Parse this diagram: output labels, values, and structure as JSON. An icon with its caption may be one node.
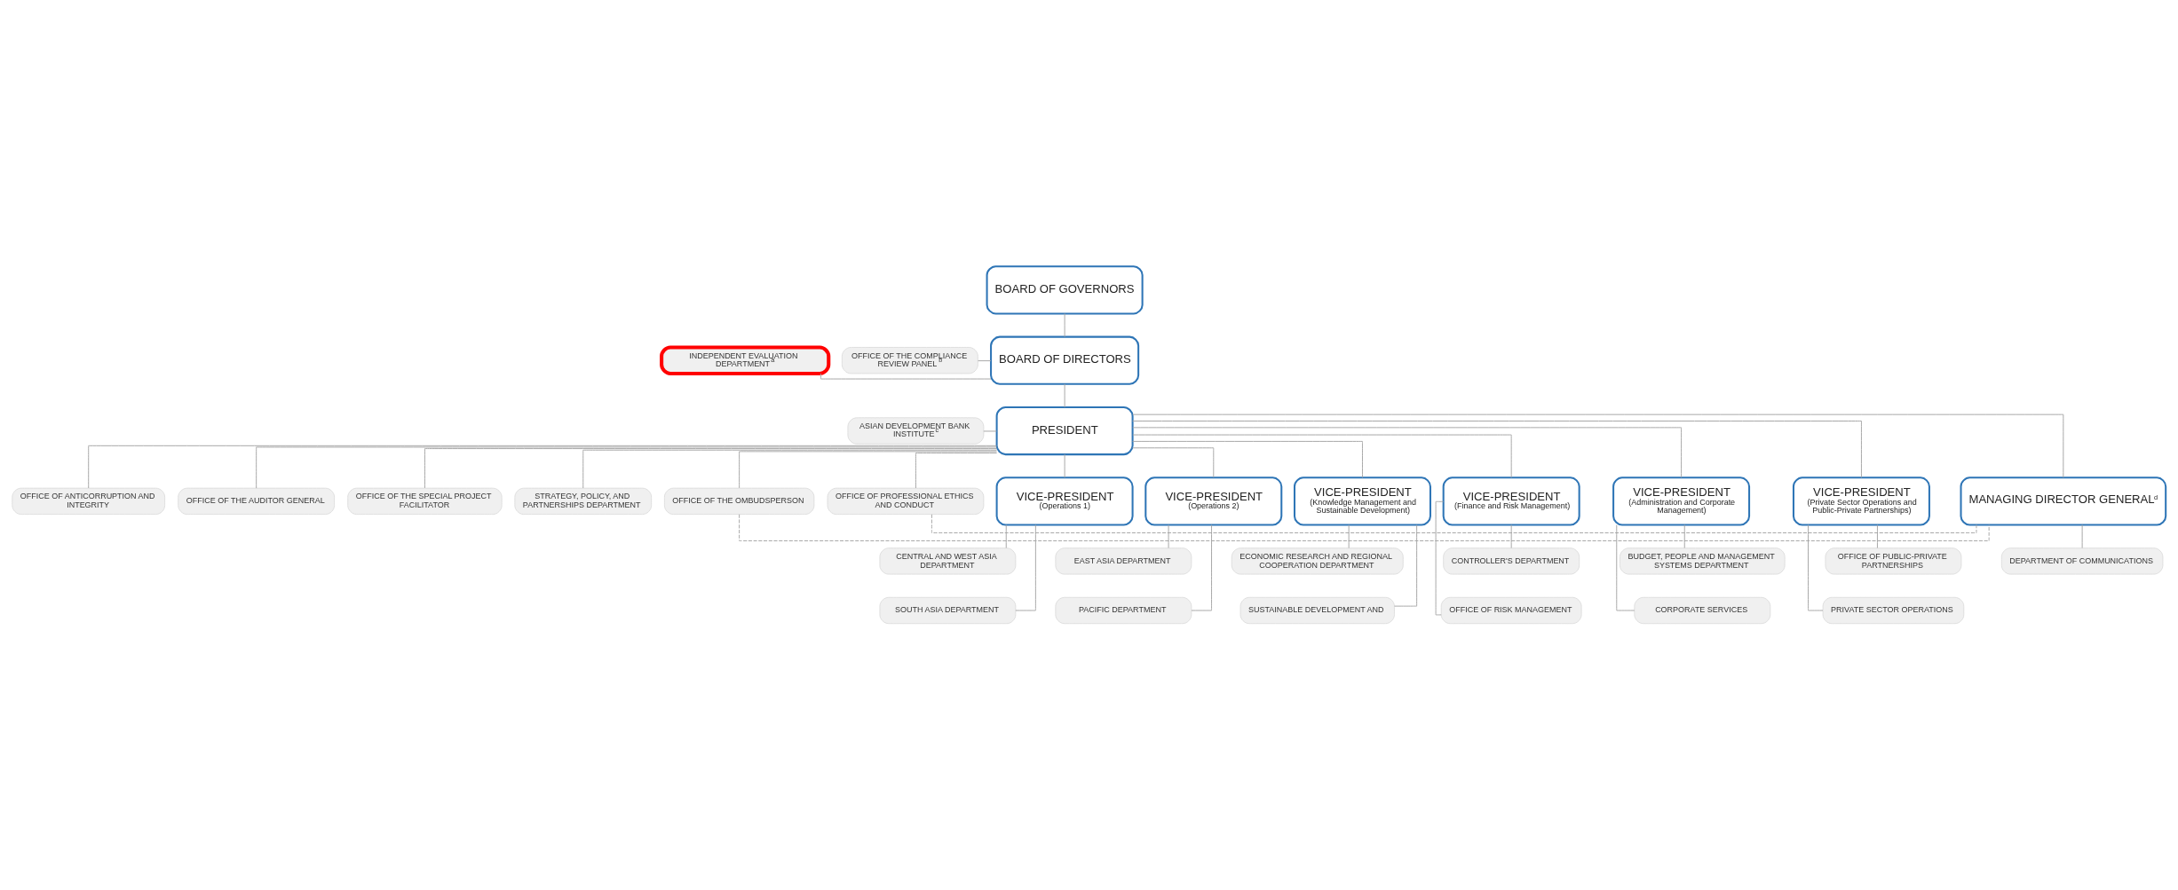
{
  "diagram": {
    "nodes": [
      {
        "text": [
          "BOARD OF GOVERNORS"
        ]
      },
      {
        "text": [
          "BOARD OF DIRECTORS"
        ]
      },
      {
        "text": [
          "INDEPENDENT EVALUATION DEPARTMENT$^{a}$"
        ]
      },
      {
        "text": [
          "OFFICE OF THE COMPLIANCE REVIEW PANEL$^{b}$"
        ]
      },
      {
        "text": [
          "PRESIDENT"
        ]
      },
      {
        "text": [
          "ASIAN DEVELOPMENT BANK INSTITUTE$^{c}$"
        ]
      },
      {
        "text": [
          "OFFICE OF ANTICORRUPTION AND INTEGRITY"
        ]
      },
      {
        "text": [
          "OFFICE OF THE AUDITOR GENERAL"
        ]
      },
      {
        "text": [
          "OFFICE OF THE SPECIAL PROJECT FACILITATOR"
        ]
      },
      {
        "text": [
          "STRATEGY, POLICY, AND PARTNERSHIPS DEPARTMENT"
        ]
      },
      {
        "text": [
          "OFFICE OF THE OMBUDSPERSON"
        ]
      },
      {
        "text": [
          "OFFICE OF PROFESSIONAL ETHICS AND CONDUCT"
        ]
      },
      {
        "text": [
          "VICE-PRESIDENT",
          "(Operations 1)"
        ]
      },
      {
        "text": [
          "VICE-PRESIDENT",
          "(Operations 2)"
        ]
      },
      {
        "text": [
          "VICE-PRESIDENT",
          "(Knowledge Management and Sustainable Development)"
        ]
      },
      {
        "text": [
          "VICE-PRESIDENT",
          "(Finance and Risk Management)"
        ]
      },
      {
        "text": [
          "VICE-PRESIDENT",
          "(Administration and Corporate Management)"
        ]
      },
      {
        "text": [
          "VICE-PRESIDENT",
          "(Private Sector Operations and Public-Private Partnerships)"
        ]
      },
      {
        "text": [
          "MANAGING DIRECTOR GENERAL$^{d}$"
        ]
      },
      {
        "text": [
          "CENTRAL AND WEST ASIA DEPARTMENT"
        ]
      },
      {
        "text": [
          "SOUTH ASIA DEPARTMENT"
        ]
      },
      {
        "text": [
          "EAST ASIA DEPARTMENT"
        ]
      },
      {
        "text": [
          "PACIFIC DEPARTMENT"
        ]
      },
      {
        "text": [
          "ECONOMIC RESEARCH AND REGIONAL COOPERATION DEPARTMENT"
        ]
      },
      {
        "text": [
          "SUSTAINABLE DEVELOPMENT AND"
        ]
      },
      {
        "text": [
          "CONTROLLER'S DEPARTMENT"
        ]
      },
      {
        "text": [
          "OFFICE OF RISK MANAGEMENT"
        ]
      },
      {
        "text": [
          "BUDGET, PEOPLE AND MANAGEMENT SYSTEMS DEPARTMENT"
        ]
      },
      {
        "text": [
          "CORPORATE SERVICES"
        ]
      },
      {
        "text": [
          "OFFICE OF PUBLIC-PRIVATE PARTNERSHIPS"
        ]
      },
      {
        "text": [
          "PRIVATE SECTOR OPERATIONS"
        ]
      },
      {
        "text": [
          "DEPARTMENT OF COMMUNICATIONS"
        ]
      }
    ],
    "edges": [
      {
        "from": 0,
        "to": 1,
        "arrow": "none"
      },
      {
        "from": 2,
        "to": 1,
        "arrow": "none"
      },
      {
        "from": 3,
        "to": 1,
        "arrow": "none"
      },
      {
        "from": 1,
        "to": 4,
        "arrow": "none"
      },
      {
        "from": 5,
        "to": 4,
        "arrow": "none"
      },
      {
        "from": 4,
        "to": 6,
        "arrow": "none"
      },
      {
        "from": 4,
        "to": 7,
        "arrow": "none"
      },
      {
        "from": 4,
        "to": 8,
        "arrow": "none"
      },
      {
        "from": 4,
        "to": 9,
        "arrow": "none"
      },
      {
        "from": 4,
        "to": 10,
        "arrow": "none"
      },
      {
        "from": 4,
        "to": 11,
        "arrow": "none"
      },
      {
        "from": 10,
        "to": 18,
        "arrow": "none",
        "style": "dashed"
      },
      {
        "from": 11,
        "to": 18,
        "arrow": "none",
        "style": "dashed"
      },
      {
        "from": 4,
        "to": 12,
        "arrow": "none"
      },
      {
        "from": 4,
        "to": 13,
        "arrow": "none"
      },
      {
        "from": 4,
        "to": 14,
        "arrow": "none"
      },
      {
        "from": 4,
        "to": 15,
        "arrow": "none"
      },
      {
        "from": 4,
        "to": 16,
        "arrow": "none"
      },
      {
        "from": 4,
        "to": 17,
        "arrow": "none"
      },
      {
        "from": 4,
        "to": 18,
        "arrow": "none"
      },
      {
        "from": 12,
        "to": 19,
        "arrow": "none"
      },
      {
        "from": 12,
        "to": 20,
        "arrow": "none"
      },
      {
        "from": 13,
        "to": 21,
        "arrow": "none"
      },
      {
        "from": 13,
        "to": 22,
        "arrow": "none"
      },
      {
        "from": 14,
        "to": 23,
        "arrow": "none"
      },
      {
        "from": 14,
        "to": 24,
        "arrow": "none"
      },
      {
        "from": 15,
        "to": 25,
        "arrow": "none"
      },
      {
        "from": 15,
        "to": 26,
        "arrow": "none"
      },
      {
        "from": 16,
        "to": 27,
        "arrow": "none"
      },
      {
        "from": 16,
        "to": 28,
        "arrow": "none"
      },
      {
        "from": 17,
        "to": 29,
        "arrow": "none"
      },
      {
        "from": 17,
        "to": 30,
        "arrow": "none"
      },
      {
        "from": 18,
        "to": 31,
        "arrow": "none"
      }
    ]
  }
}
